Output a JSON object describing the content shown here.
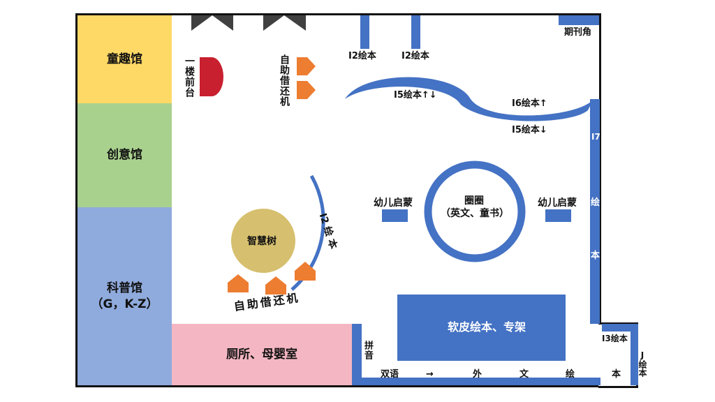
{
  "colors": {
    "wall": "#111111",
    "shelf": "#4472c4",
    "zone_tongqu": "#ffd966",
    "zone_chuangyi": "#a9d18e",
    "zone_kepu": "#8faadc",
    "zone_cesuo": "#f4b6c2",
    "front_desk": "#c8202f",
    "kiosk": "#ed7d31",
    "tree": "#d6bf6e",
    "entrance": "#404040"
  },
  "rooms": {
    "tongqu": "童趣馆",
    "chuangyi": "创意馆",
    "kepu_line1": "科普馆",
    "kepu_line2": "（G，K-Z）",
    "cesuo": "厕所、母婴室"
  },
  "labels": {
    "front_desk": "一楼前台",
    "self_machine_top": "自助借还机",
    "self_machine_bottom": "自助借还机",
    "wisdom_tree": "智慧树",
    "i2_arc": "I2 绘 本",
    "i2_left": "I2绘本",
    "i2_right": "I2绘本",
    "periodicals": "期刊角",
    "i5_up": "I5绘本↑↓",
    "i6": "I6绘本↑",
    "i5_down": "I5绘本↓",
    "i7_char1": "I7",
    "i7_char2": "绘",
    "i7_char3": "本",
    "circle_line1": "圈圈",
    "circle_line2": "（英文、童书）",
    "early_left": "幼儿启蒙",
    "early_right": "幼儿启蒙",
    "softcover": "软皮绘本、专架",
    "pinyin": "拼音",
    "i3": "I3绘本",
    "j": "J绘本",
    "bottom_row": [
      "双语",
      "→",
      "外",
      "文",
      "绘",
      "本"
    ]
  }
}
